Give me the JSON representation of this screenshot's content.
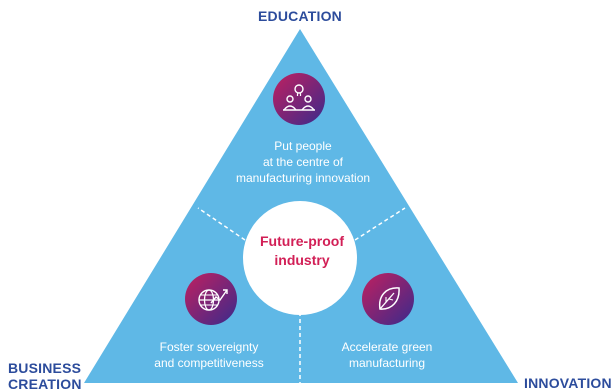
{
  "corners": {
    "top": "EDUCATION",
    "bottom_left": "BUSINESS CREATION",
    "bottom_right": "INNOVATION"
  },
  "center": {
    "label_line1": "Future-proof",
    "label_line2": "industry"
  },
  "sectors": {
    "top": {
      "icon": "people-bulb-icon",
      "line1": "Put people",
      "line2": "at the centre of",
      "line3": "manufacturing innovation"
    },
    "bottom_left": {
      "icon": "globe-growth-icon",
      "line1": "Foster sovereignty",
      "line2": "and competitiveness"
    },
    "bottom_right": {
      "icon": "leaf-icon",
      "line1": "Accelerate green",
      "line2": "manufacturing"
    }
  },
  "colors": {
    "triangle": "#5fb8e6",
    "corner_text": "#2c4c9c",
    "center_text": "#d21f56",
    "icon_gradient_start": "#c0205f",
    "icon_gradient_end": "#3a2a8c"
  }
}
